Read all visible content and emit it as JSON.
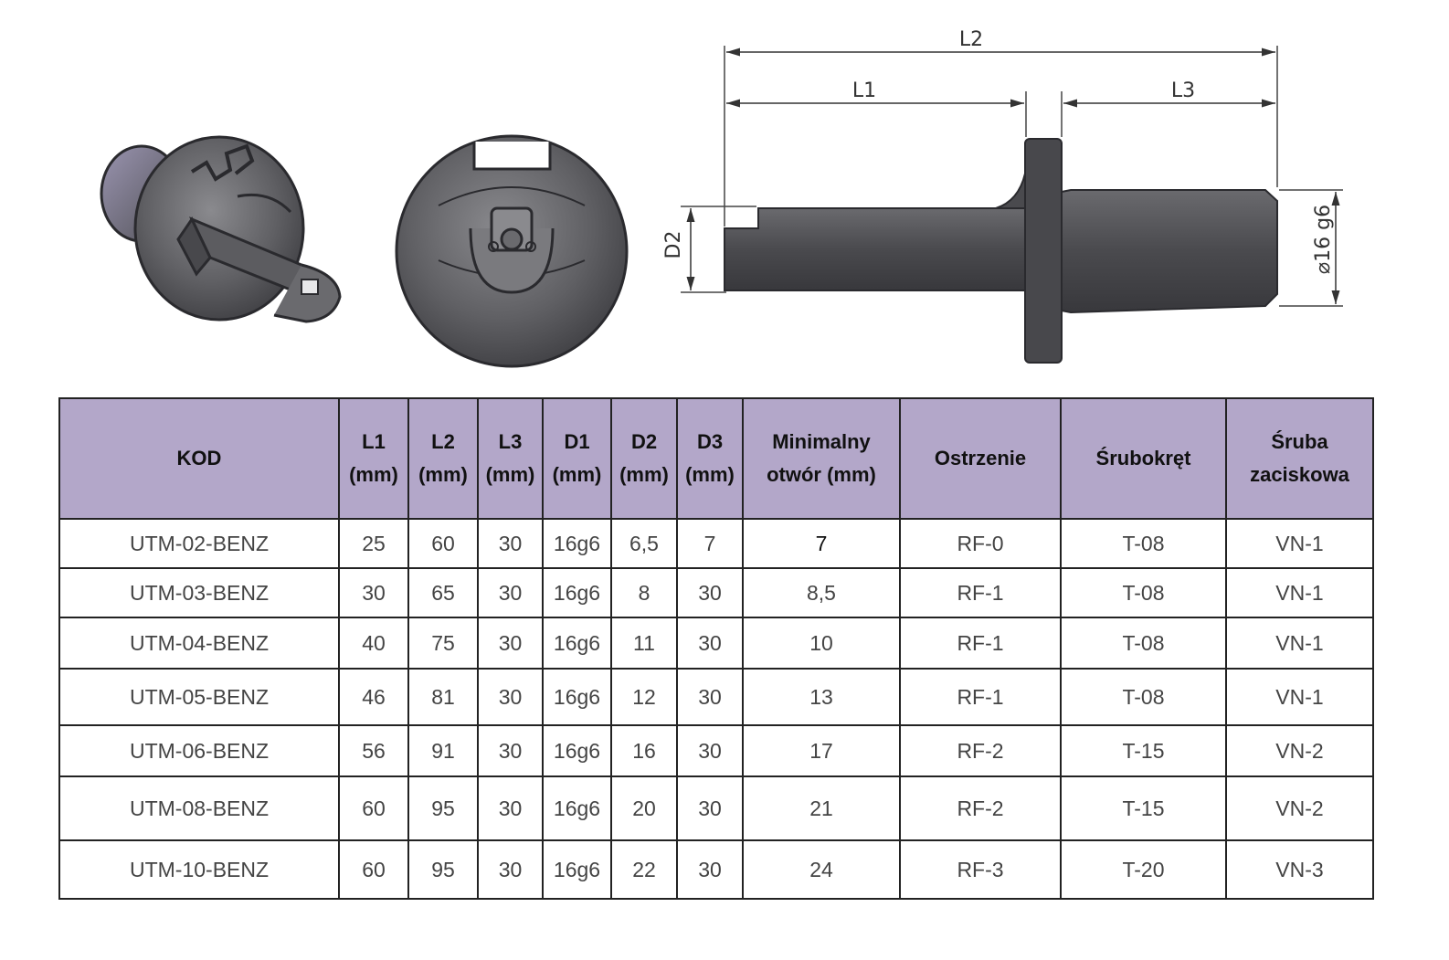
{
  "drawing": {
    "dimensions": {
      "l2": "L2",
      "l1": "L1",
      "l3": "L3",
      "d2": "D2",
      "diameter": "⌀16 g6"
    }
  },
  "table": {
    "headers": [
      [
        "KOD"
      ],
      [
        "L1",
        "(mm)"
      ],
      [
        "L2",
        "(mm)"
      ],
      [
        "L3",
        "(mm)"
      ],
      [
        "D1",
        "(mm)"
      ],
      [
        "D2",
        "(mm)"
      ],
      [
        "D3",
        "(mm)"
      ],
      [
        "Minimalny",
        "otwór (mm)"
      ],
      [
        "Ostrzenie"
      ],
      [
        "Śrubokręt"
      ],
      [
        "Śruba",
        "zaciskowa"
      ]
    ],
    "rows": [
      [
        "UTM-02-BENZ",
        "25",
        "60",
        "30",
        "16g6",
        "6,5",
        "7",
        "7",
        "RF-0",
        "T-08",
        "VN-1"
      ],
      [
        "UTM-03-BENZ",
        "30",
        "65",
        "30",
        "16g6",
        "8",
        "30",
        "8,5",
        "RF-1",
        "T-08",
        "VN-1"
      ],
      [
        "UTM-04-BENZ",
        "40",
        "75",
        "30",
        "16g6",
        "11",
        "30",
        "10",
        "RF-1",
        "T-08",
        "VN-1"
      ],
      [
        "UTM-05-BENZ",
        "46",
        "81",
        "30",
        "16g6",
        "12",
        "30",
        "13",
        "RF-1",
        "T-08",
        "VN-1"
      ],
      [
        "UTM-06-BENZ",
        "56",
        "91",
        "30",
        "16g6",
        "16",
        "30",
        "17",
        "RF-2",
        "T-15",
        "VN-2"
      ],
      [
        "UTM-08-BENZ",
        "60",
        "95",
        "30",
        "16g6",
        "20",
        "30",
        "21",
        "RF-2",
        "T-15",
        "VN-2"
      ],
      [
        "UTM-10-BENZ",
        "60",
        "95",
        "30",
        "16g6",
        "22",
        "30",
        "24",
        "RF-3",
        "T-20",
        "VN-3"
      ]
    ]
  }
}
